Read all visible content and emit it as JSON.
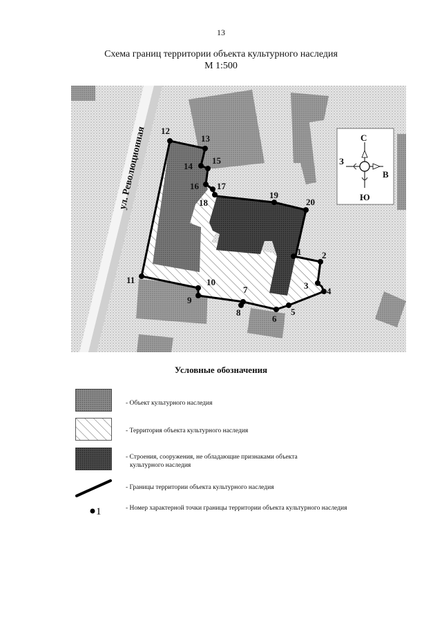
{
  "page_number": "13",
  "title_line1": "Схема границ территории объекта культурного наследия",
  "title_line2": "М 1:500",
  "street_label": "ул. Революционная",
  "compass": {
    "north": "С",
    "south": "Ю",
    "west": "З",
    "east": "В"
  },
  "boundary_points": [
    "1",
    "2",
    "3",
    "4",
    "5",
    "6",
    "7",
    "8",
    "9",
    "10",
    "11",
    "12",
    "13",
    "14",
    "15",
    "16",
    "17",
    "18",
    "19",
    "20"
  ],
  "legend": {
    "title": "Условные обозначения",
    "items": [
      {
        "label": "- Объект культурного наследия"
      },
      {
        "label": "- Территория объекта культурного наследия"
      },
      {
        "label": "- Строения, сооружения, не обладающие признаками объекта",
        "label2": "культурного наследия"
      },
      {
        "label": "- Границы территории объекта культурного наследия"
      },
      {
        "symbol": "1",
        "label": "- Номер характерной точки границы территории объекта культурного наследия"
      }
    ]
  },
  "colors": {
    "heritage": "#6f6f6f",
    "nonheritage": "#3d3d3d",
    "background_dots": "#bdbdbd",
    "boundary": "#000000"
  }
}
